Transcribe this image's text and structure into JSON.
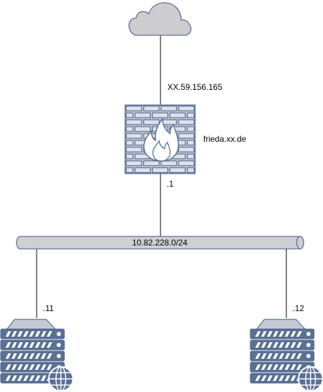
{
  "internet": {
    "icon": "cloud-icon"
  },
  "firewall": {
    "icon": "firewall-icon",
    "public_ip": "XX.59.156.165",
    "hostname": "frieda.xx.de",
    "lan_suffix": ".1"
  },
  "network": {
    "label": "10.82.228.0/24"
  },
  "servers": [
    {
      "icon": "web-server-icon",
      "address_suffix": ".11"
    },
    {
      "icon": "web-server-icon",
      "address_suffix": ".12"
    }
  ],
  "colors": {
    "cloud_fill": "#cdcdd0",
    "cloud_stroke": "#5a7096",
    "device_fill": "#c4cad6",
    "device_stroke": "#5a7096",
    "server_fill": "#5a7096",
    "bus_fill": "#cfcfd2",
    "flame": "#ffffff"
  }
}
